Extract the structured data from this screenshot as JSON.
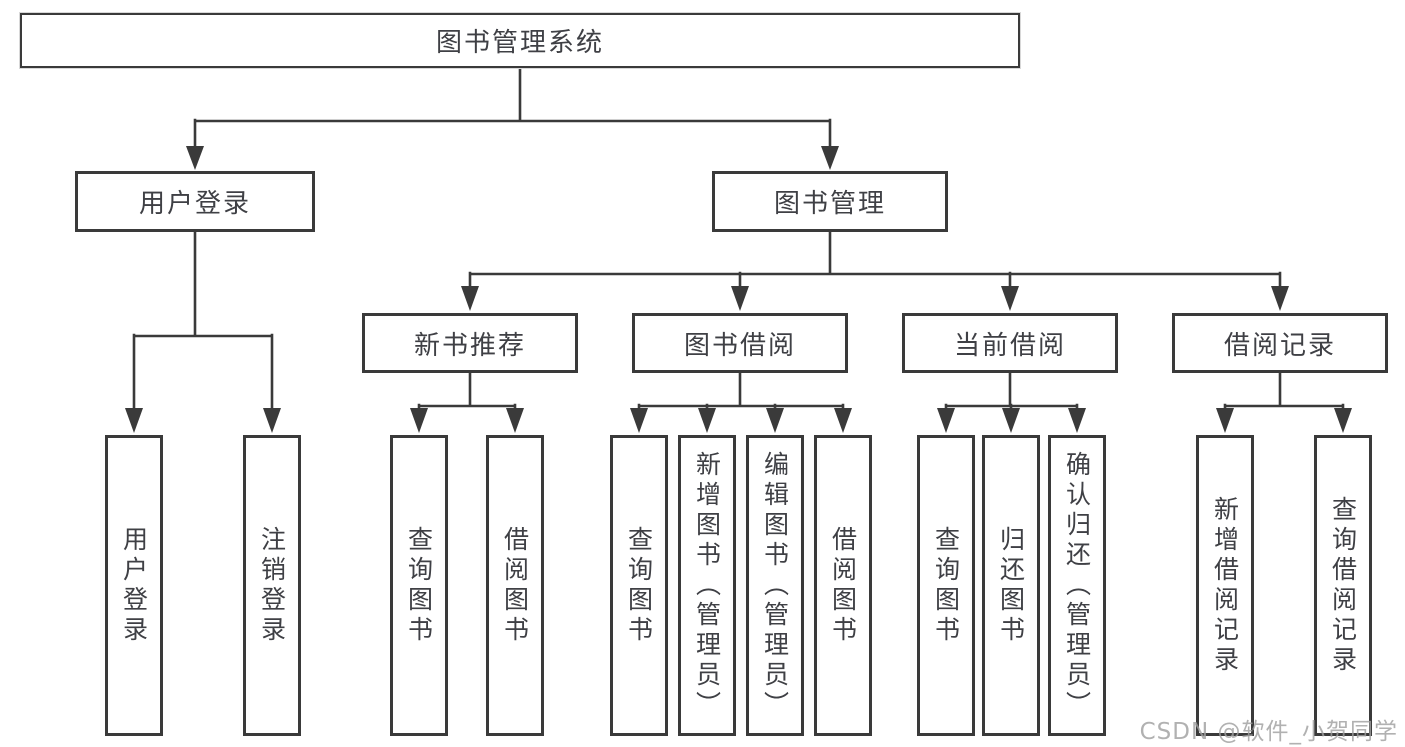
{
  "diagram": {
    "root": {
      "label": "图书管理系统"
    },
    "level2": [
      {
        "label": "用户登录"
      },
      {
        "label": "图书管理"
      }
    ],
    "level3": [
      {
        "label": "新书推荐",
        "parent": "图书管理"
      },
      {
        "label": "图书借阅",
        "parent": "图书管理"
      },
      {
        "label": "当前借阅",
        "parent": "图书管理"
      },
      {
        "label": "借阅记录",
        "parent": "图书管理"
      }
    ],
    "leaves": [
      {
        "label": "用户登录",
        "parent": "用户登录"
      },
      {
        "label": "注销登录",
        "parent": "用户登录"
      },
      {
        "label": "查询图书",
        "parent": "新书推荐"
      },
      {
        "label": "借阅图书",
        "parent": "新书推荐"
      },
      {
        "label": "查询图书",
        "parent": "图书借阅"
      },
      {
        "label": "新增图书（管理员）",
        "parent": "图书借阅"
      },
      {
        "label": "编辑图书（管理员）",
        "parent": "图书借阅"
      },
      {
        "label": "借阅图书",
        "parent": "图书借阅"
      },
      {
        "label": "查询图书",
        "parent": "当前借阅"
      },
      {
        "label": "归还图书",
        "parent": "当前借阅"
      },
      {
        "label": "确认归还（管理员）",
        "parent": "当前借阅"
      },
      {
        "label": "新增借阅记录",
        "parent": "借阅记录"
      },
      {
        "label": "查询借阅记录",
        "parent": "借阅记录"
      }
    ]
  },
  "watermark": {
    "text": "CSDN @软件_小贺同学"
  },
  "colors": {
    "canvas-bg": "#ffffff",
    "box-border": "#3a3a3a",
    "box-text": "#3f4045",
    "line": "#3a3a3a",
    "watermark": "#a0a0a0"
  }
}
